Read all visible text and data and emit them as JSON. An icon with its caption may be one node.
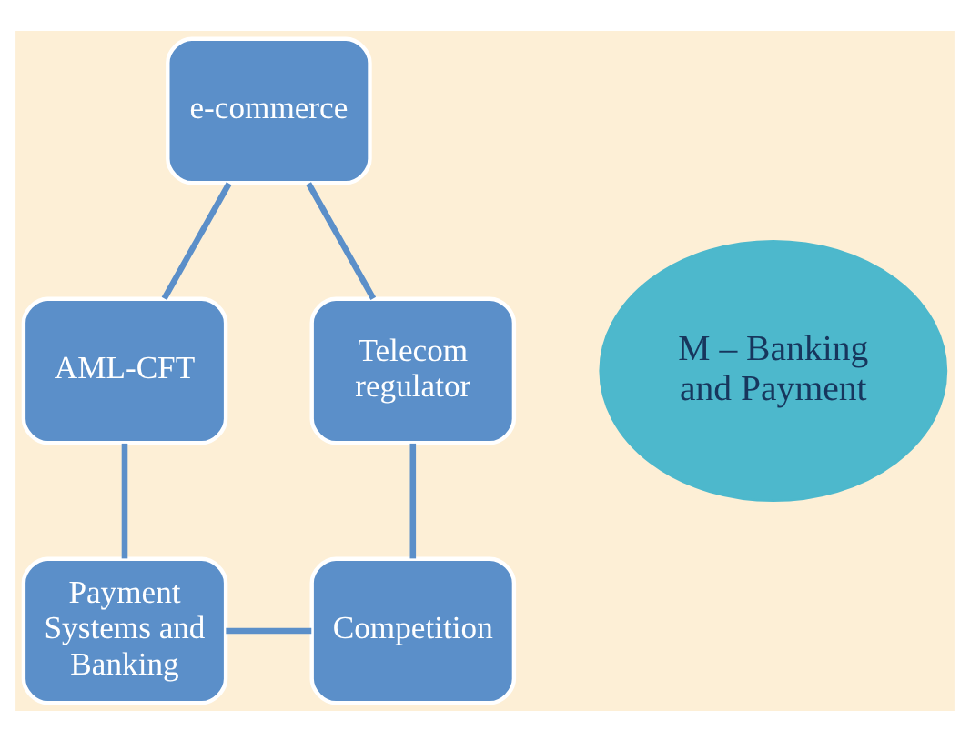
{
  "diagram": {
    "nodes": [
      {
        "text": [
          "e-commerce"
        ]
      },
      {
        "text": [
          "AML-CFT"
        ]
      },
      {
        "text": [
          "Telecom regulator"
        ]
      },
      {
        "text": [
          "M – Banking and Payment"
        ]
      },
      {
        "text": [
          "Payment Systems and Banking"
        ]
      },
      {
        "text": [
          "Competition"
        ]
      }
    ],
    "edges": [
      {
        "from": 1,
        "to": 0,
        "arrow": "none"
      },
      {
        "from": 0,
        "to": 2,
        "arrow": "none"
      },
      {
        "from": 2,
        "to": 5,
        "arrow": "none"
      },
      {
        "from": 4,
        "to": 5,
        "arrow": "none"
      },
      {
        "from": 1,
        "to": 4,
        "arrow": "none"
      }
    ]
  }
}
